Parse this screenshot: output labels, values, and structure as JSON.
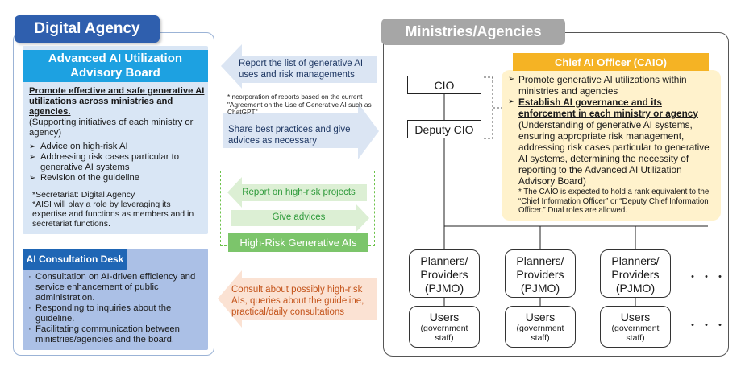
{
  "digital_agency": {
    "title": "Digital Agency",
    "board": {
      "title_line1": "Advanced AI Utilization",
      "title_line2": "Advisory Board",
      "mission": "Promote effective and safe generative AI utilizations across ministries and agencies.",
      "mission_sub": "(Supporting initiatives of each ministry or agency)",
      "items": [
        "Advice on high-risk AI",
        "Addressing risk cases particular to generative AI systems",
        "Revision of the guideline"
      ],
      "note1": "*Secretariat: Digital Agency",
      "note2": "*AISI will play a role by leveraging its expertise and functions as members and in secretariat functions."
    },
    "desk": {
      "title": "AI Consultation Desk",
      "items": [
        "Consultation on AI-driven efficiency and service enhancement of public administration.",
        "Responding to inquiries about the guideline.",
        "Facilitating communication between ministries/agencies and the board."
      ]
    }
  },
  "flows": {
    "report_list": "Report the list of generative AI uses and risk managements",
    "report_note": "*Incorporation of reports based on the current \"Agreement on the Use of Generative AI such as ChatGPT\"",
    "share": "Share best practices and give advices as necessary",
    "report_high_risk": "Report on high-risk projects",
    "give_advices": "Give advices",
    "high_risk_label": "High-Risk Generative AIs",
    "consult": "Consult about possibly high-risk AIs, queries about the guideline, practical/daily consultations"
  },
  "ministries": {
    "title": "Ministries/Agencies",
    "cio": "CIO",
    "deputy_cio": "Deputy CIO",
    "caio": {
      "title": "Chief AI Officer (CAIO)",
      "item1": "Promote generative AI utilizations within ministries and agencies",
      "item2": "Establish AI governance  and its enforcement in each ministry or agency",
      "item2_detail": "(Understanding of generative AI systems, ensuring appropriate risk management, addressing risk cases particular to generative AI systems, determining the necessity of reporting to the Advanced AI Utilization Advisory Board)",
      "footnote": "* The CAIO is expected to hold a rank equivalent to the “Chief Information Officer” or “Deputy Chief Information Officer.” Dual roles are allowed."
    },
    "pjmo": {
      "line1": "Planners/",
      "line2": "Providers",
      "line3": "(PJMO)"
    },
    "users": {
      "title": "Users",
      "sub1": "(government",
      "sub2": "staff)"
    },
    "ellipsis": "・・・"
  },
  "colors": {
    "digital_agency": "#2f5fae",
    "board_header": "#1da1e1",
    "board_bg": "#d9e6f5",
    "desk_header": "#1f66b5",
    "desk_bg": "#abc0e6",
    "blue_arrow": "#dbe5f3",
    "green_arrow": "#dcefd4",
    "orange_arrow": "#fbe2d3",
    "ministries_title": "#a6a6a6",
    "caio_header": "#f5b324",
    "caio_bg": "#fff2cc"
  }
}
